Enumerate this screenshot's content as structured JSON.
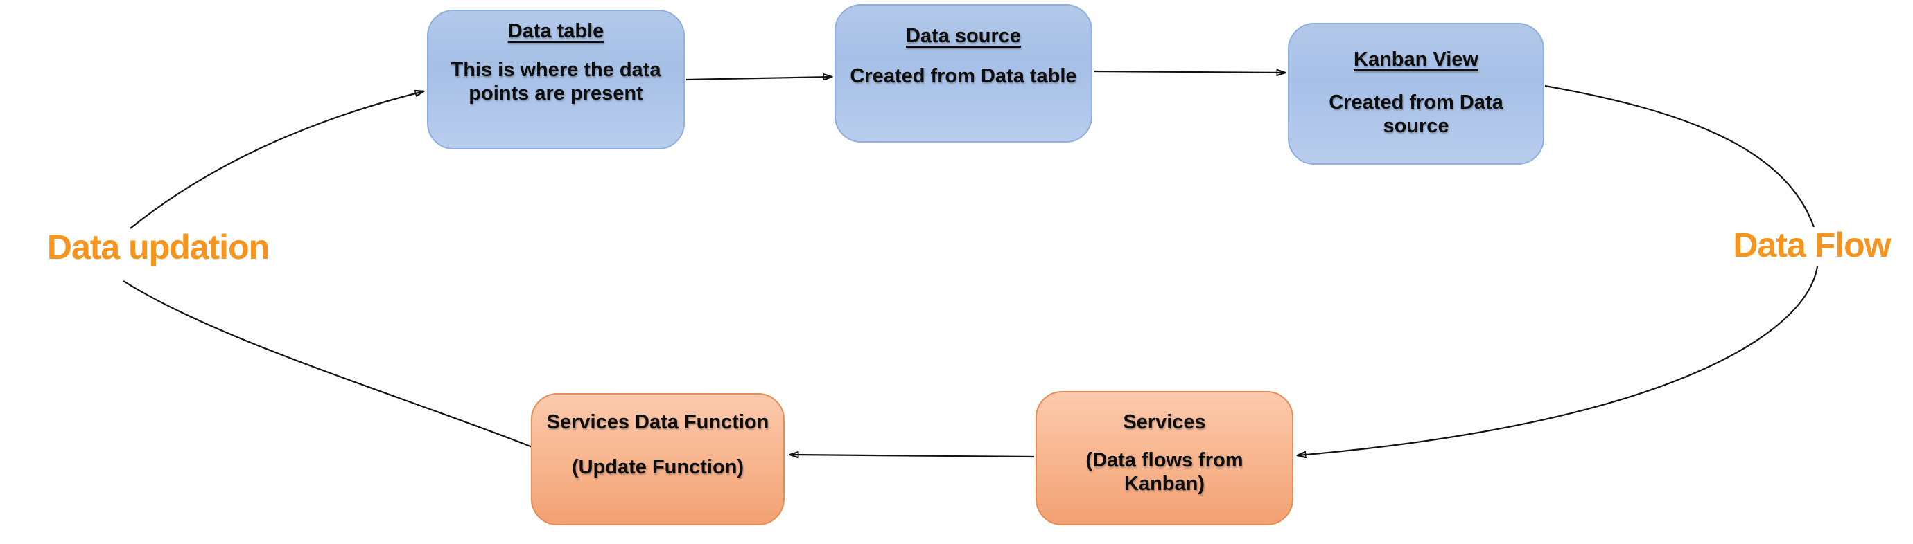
{
  "diagram": {
    "type": "cyclic-flow-diagram",
    "background": "#ffffff",
    "nodes": [
      {
        "id": "data-table",
        "title": "Data table",
        "body": "This is where the data points are present",
        "style": "blue",
        "title_underlined": true
      },
      {
        "id": "data-source",
        "title": "Data source",
        "body": "Created from Data table",
        "style": "blue",
        "title_underlined": true
      },
      {
        "id": "kanban-view",
        "title": "Kanban View",
        "body": "Created from Data source",
        "style": "blue",
        "title_underlined": true
      },
      {
        "id": "services-data-function",
        "title": "Services Data Function",
        "body": "(Update Function)",
        "style": "orange",
        "title_underlined": false
      },
      {
        "id": "services",
        "title": "Services",
        "body": "(Data flows from Kanban)",
        "style": "orange",
        "title_underlined": false
      }
    ],
    "cycle_labels": [
      {
        "id": "data-updation",
        "text": "Data updation"
      },
      {
        "id": "data-flow",
        "text": "Data Flow"
      }
    ],
    "connections": [
      {
        "from": "services-data-function",
        "to": "data-table",
        "arrow": true,
        "via_label": "data-updation"
      },
      {
        "from": "data-table",
        "to": "data-source",
        "arrow": true
      },
      {
        "from": "data-source",
        "to": "kanban-view",
        "arrow": true
      },
      {
        "from": "kanban-view",
        "to": "services",
        "arrow": true,
        "via_label": "data-flow"
      },
      {
        "from": "services",
        "to": "services-data-function",
        "arrow": true
      }
    ],
    "colors": {
      "label_orange": "#F7941D",
      "blue_fill_top": "#b3c9ea",
      "blue_fill_bottom": "#b9cdee",
      "blue_border": "#8fb0de",
      "orange_fill_top": "#fccaae",
      "orange_fill_bottom": "#f2a173",
      "orange_border": "#e68c55",
      "connector_black": "#121212",
      "text_black": "#0d0d0d"
    }
  }
}
